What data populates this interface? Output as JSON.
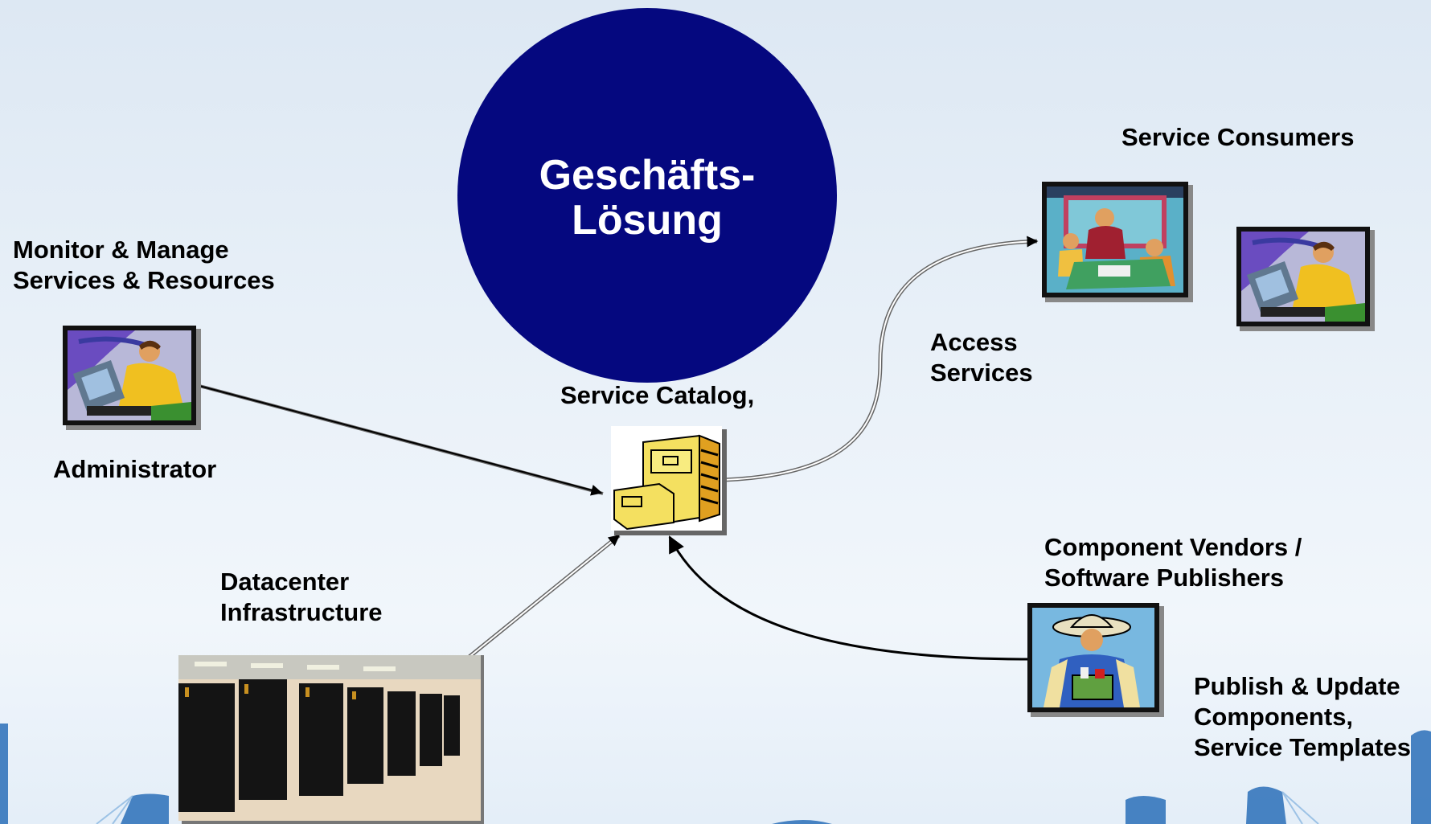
{
  "diagram": {
    "center": {
      "title": "Geschäfts-\nLösung"
    },
    "catalog_label": "Service Catalog,",
    "admin": {
      "role_label": "Monitor & Manage\nServices & Resources",
      "name": "Administrator"
    },
    "datacenter_label": "Datacenter\nInfrastructure",
    "consumers_label": "Service Consumers",
    "access_label": "Access\nServices",
    "vendors_label": "Component Vendors /\nSoftware Publishers",
    "publish_label": "Publish & Update\nComponents,\nService Templates",
    "colors": {
      "circle": "#05087f",
      "text": "#000000",
      "circle_text": "#ffffff"
    }
  }
}
